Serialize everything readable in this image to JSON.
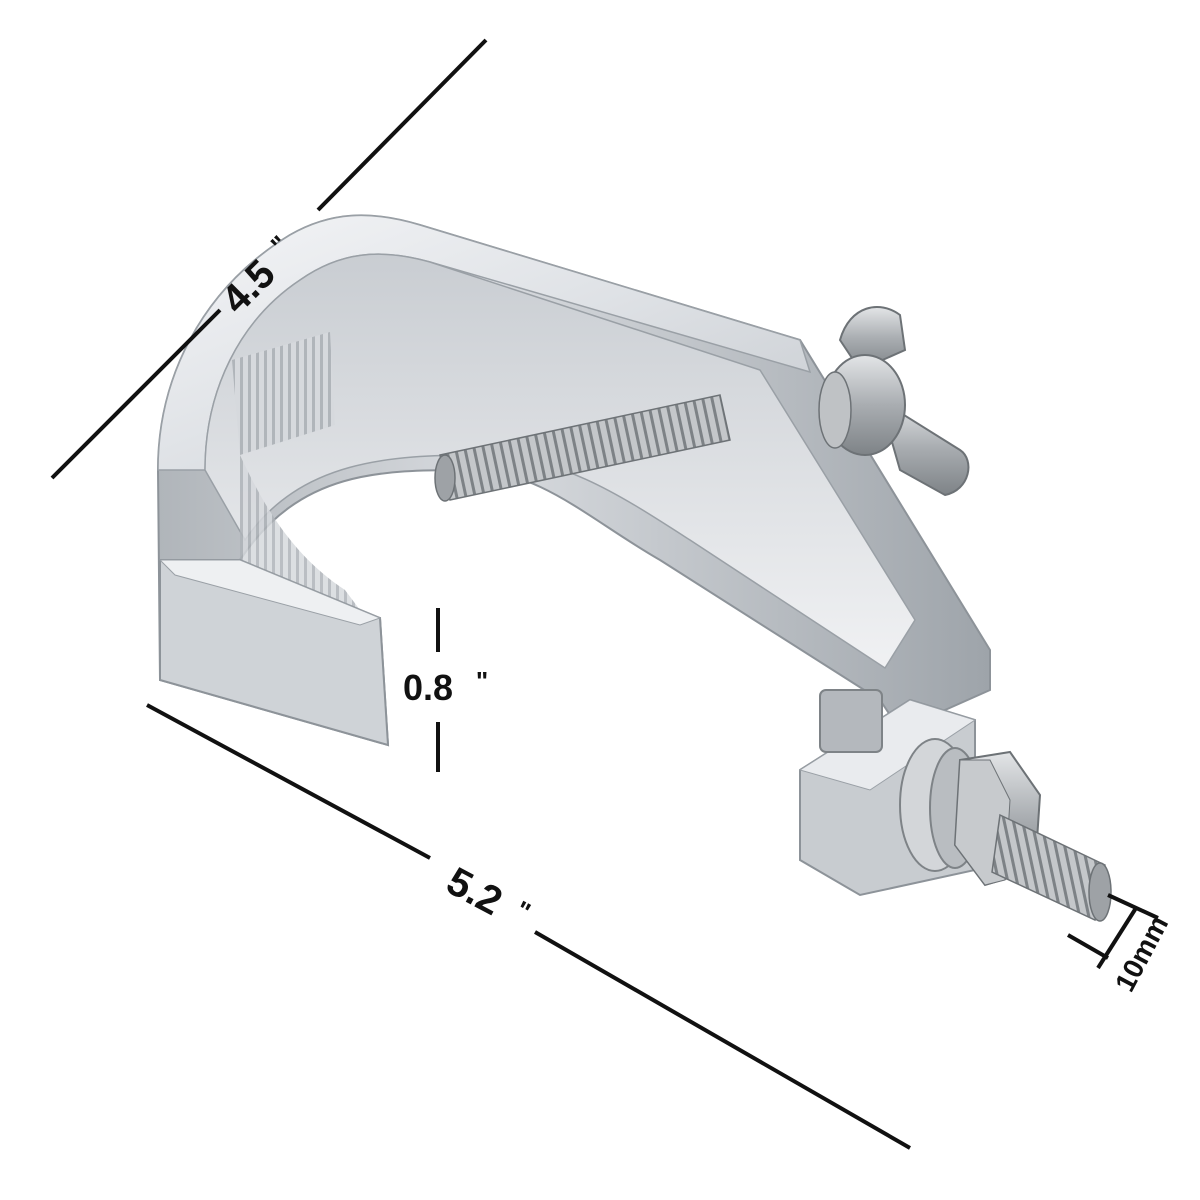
{
  "dimensions": {
    "height_label": "4.5",
    "height_unit": "\"",
    "length_label": "5.2",
    "length_unit": "\"",
    "jaw_label": "0.8",
    "jaw_unit": "\"",
    "bolt_label": "10mm"
  },
  "colors": {
    "background": "#ffffff",
    "lines": "#111111",
    "aluminum_light": "#e6e8eb",
    "aluminum_mid": "#c3c7cc",
    "aluminum_dark": "#8d9399",
    "steel": "#b9bcbf"
  }
}
